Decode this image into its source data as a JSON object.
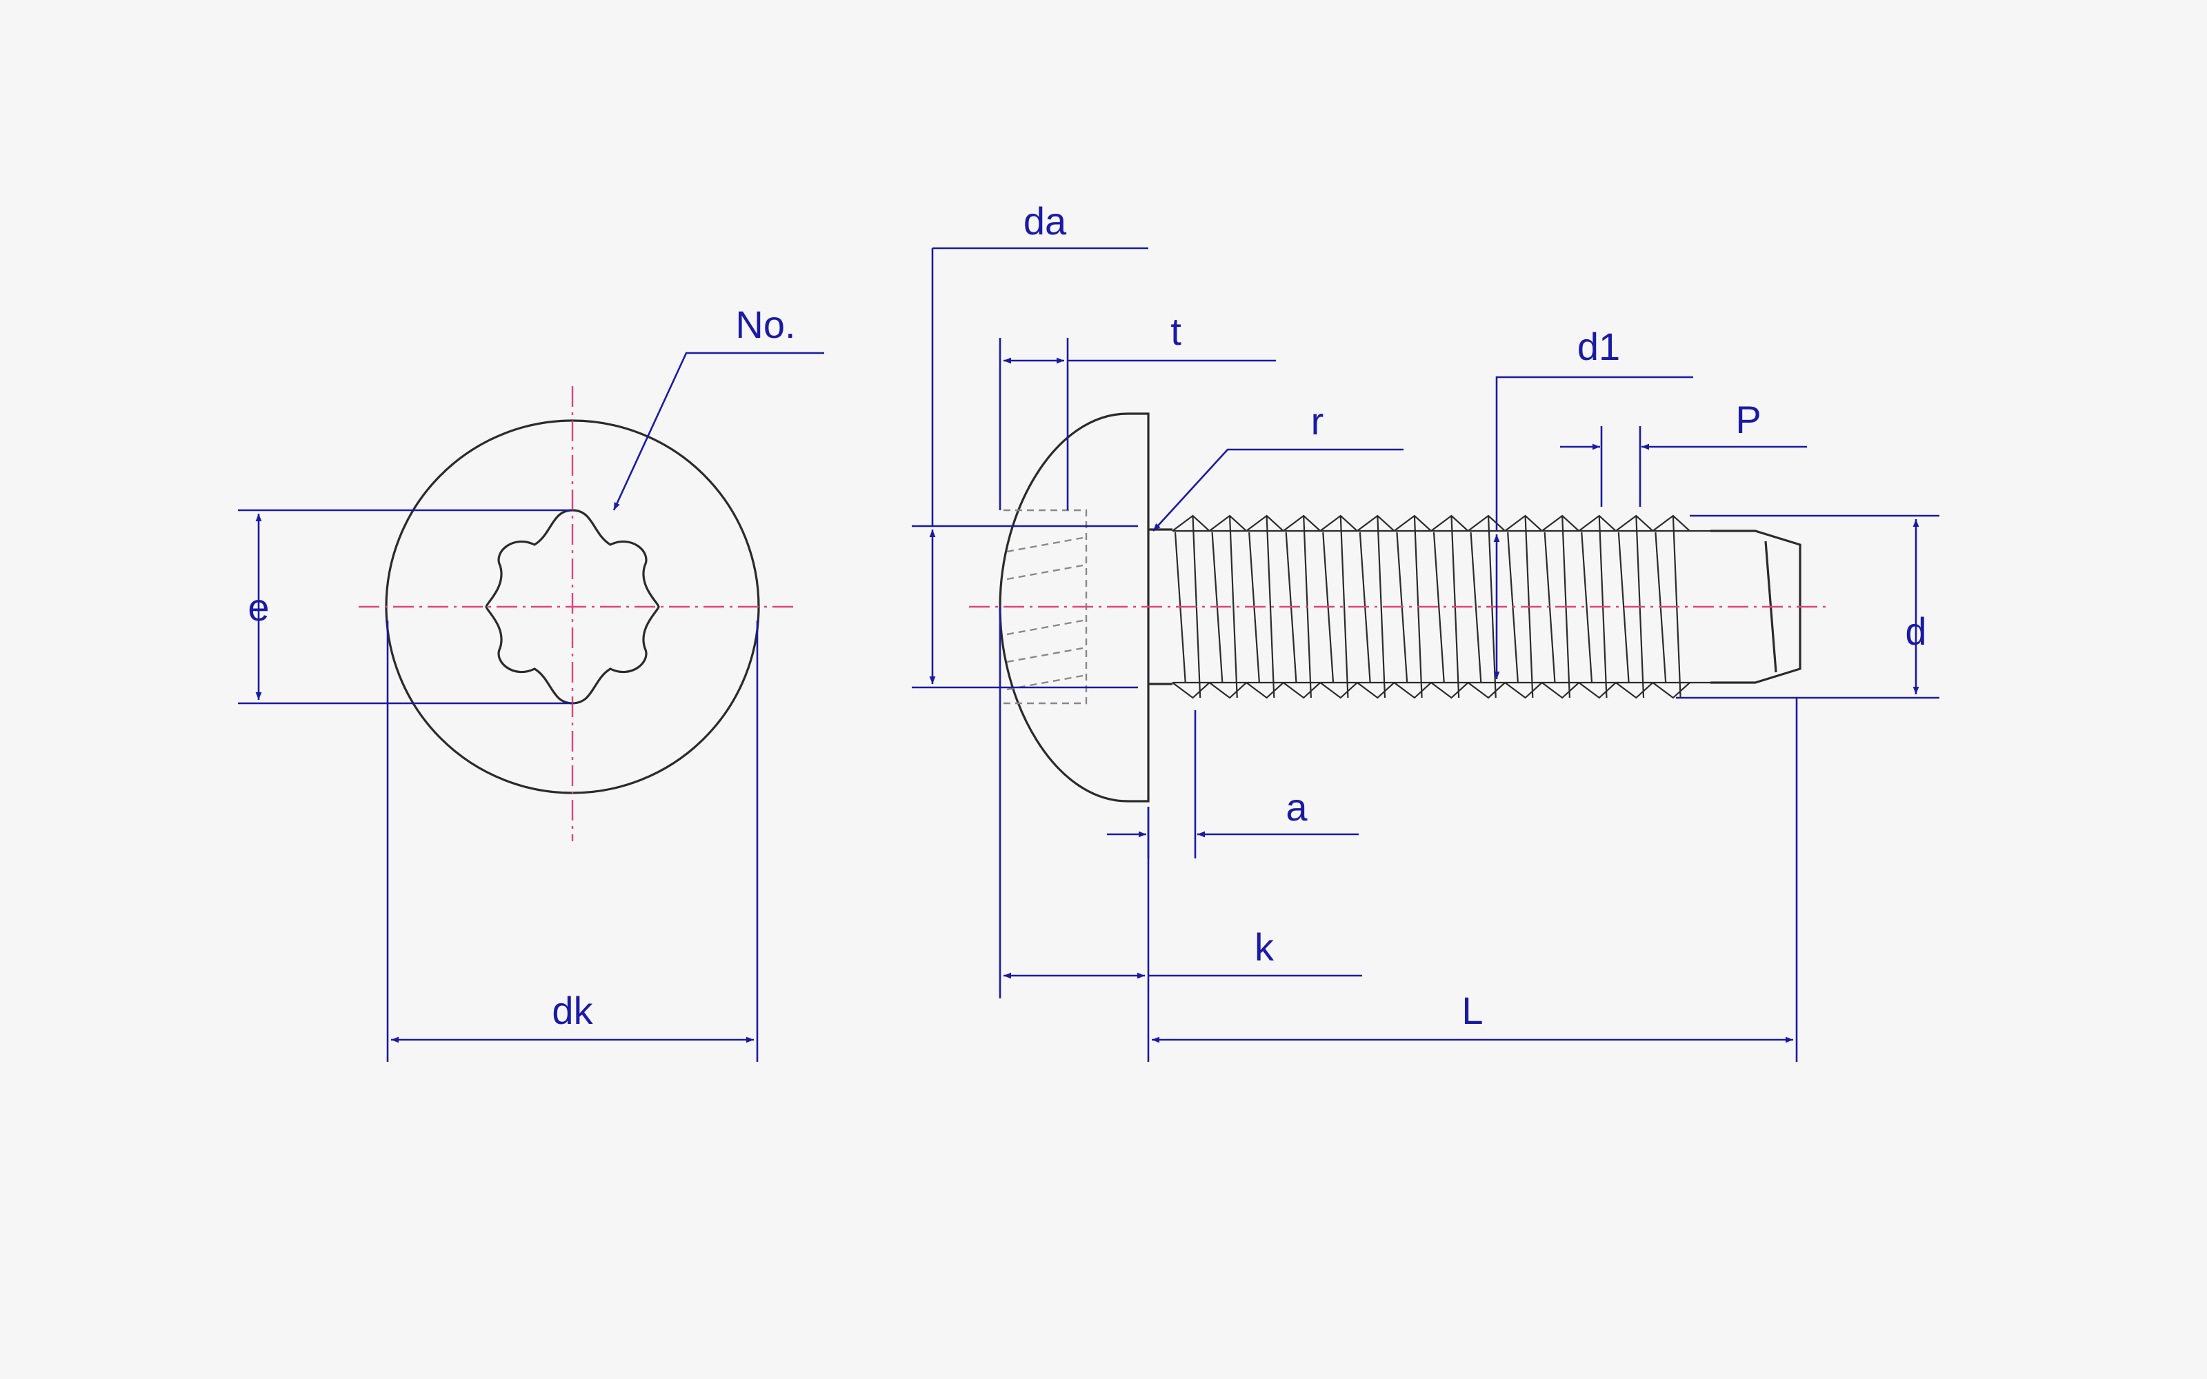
{
  "labels": {
    "no": "No.",
    "e": "e",
    "dk": "dk",
    "da": "da",
    "t": "t",
    "r": "r",
    "d1": "d1",
    "p": "P",
    "d": "d",
    "a": "a",
    "k": "k",
    "l": "L"
  },
  "colors": {
    "dimension": "#1a1aa6",
    "centerline": "#e0457a",
    "outline": "#2b2b2b",
    "background": "#f6f6f6"
  },
  "drive_type": "hexalobular-six-lobe",
  "thread_crests_shown": 14
}
